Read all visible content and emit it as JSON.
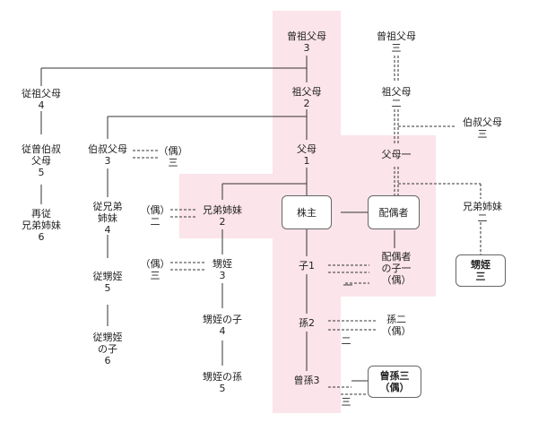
{
  "colors": {
    "highlight": "#fbe4ea",
    "line": "#333333",
    "box_border": "#666666"
  },
  "nodes": {
    "soso_fubo": "曾祖父母\n3",
    "soso_fubo_spouse": "曾祖父母\n三",
    "sofubo": "祖父母\n2",
    "sofubo_spouse": "祖父母\n二",
    "fubo": "父母\n1",
    "fubo_spouse": "父母一",
    "kabunushi": "株主",
    "haigusha": "配偶者",
    "haigusha_fubo_sibling": "伯叔父母\n三",
    "haigusha_kyodai": "兄弟姉妹\n二",
    "haigusha_oi": "甥姪\n三",
    "ko1": "子1",
    "haigusha_ko": "配偶者\nの子一\n（偶）",
    "mago2": "孫2",
    "mago_spouse": "孫二\n（偶）",
    "himago3": "曾孫3",
    "himago_spouse": "曾孫三\n（偶）",
    "himago_spouse_mark": "三",
    "ko_mark": "一",
    "mago_mark": "二",
    "ju_sofubo": "従祖父母\n4",
    "ju_so_hakushuku": "従曾伯叔\n父母\n5",
    "sai_ju_kyodai": "再従\n兄弟姉妹\n6",
    "hakushuku_fubo": "伯叔父母\n3",
    "hakushuku_spouse": "（偶）\n三",
    "ju_kyodai": "従兄弟\n姉妹\n4",
    "ju_oi": "従甥姪\n5",
    "ju_oi_ko": "従甥姪\nの子\n6",
    "kyodai": "兄弟姉妹\n2",
    "kyodai_spouse": "（偶）\n二",
    "oi": "甥姪\n3",
    "oi_spouse": "（偶）\n三",
    "oi_ko": "甥姪の子\n4",
    "oi_mago": "甥姪の孫\n5"
  }
}
